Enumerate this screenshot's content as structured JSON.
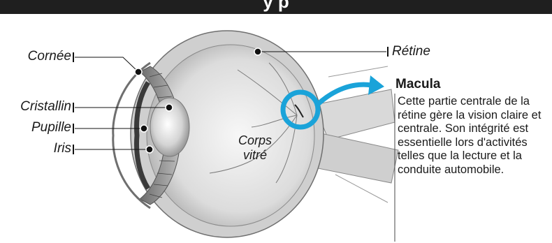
{
  "header": {
    "partial_title": "y                                           p"
  },
  "labels": {
    "cornea": "Cornée",
    "lens": "Cristallin",
    "pupil": "Pupille",
    "iris": "Iris",
    "retina": "Rétine",
    "vitreous_line1": "Corps",
    "vitreous_line2": "vitré"
  },
  "macula": {
    "title": "Macula",
    "description": "Cette partie centrale de la rétine gère la vision claire et centrale. Son intégrité est essentielle lors d'activités telles que la lecture et la conduite automobile."
  },
  "colors": {
    "header_bg": "#1f1f1f",
    "accent_blue": "#1aa3d9",
    "text": "#1a1a1a"
  }
}
